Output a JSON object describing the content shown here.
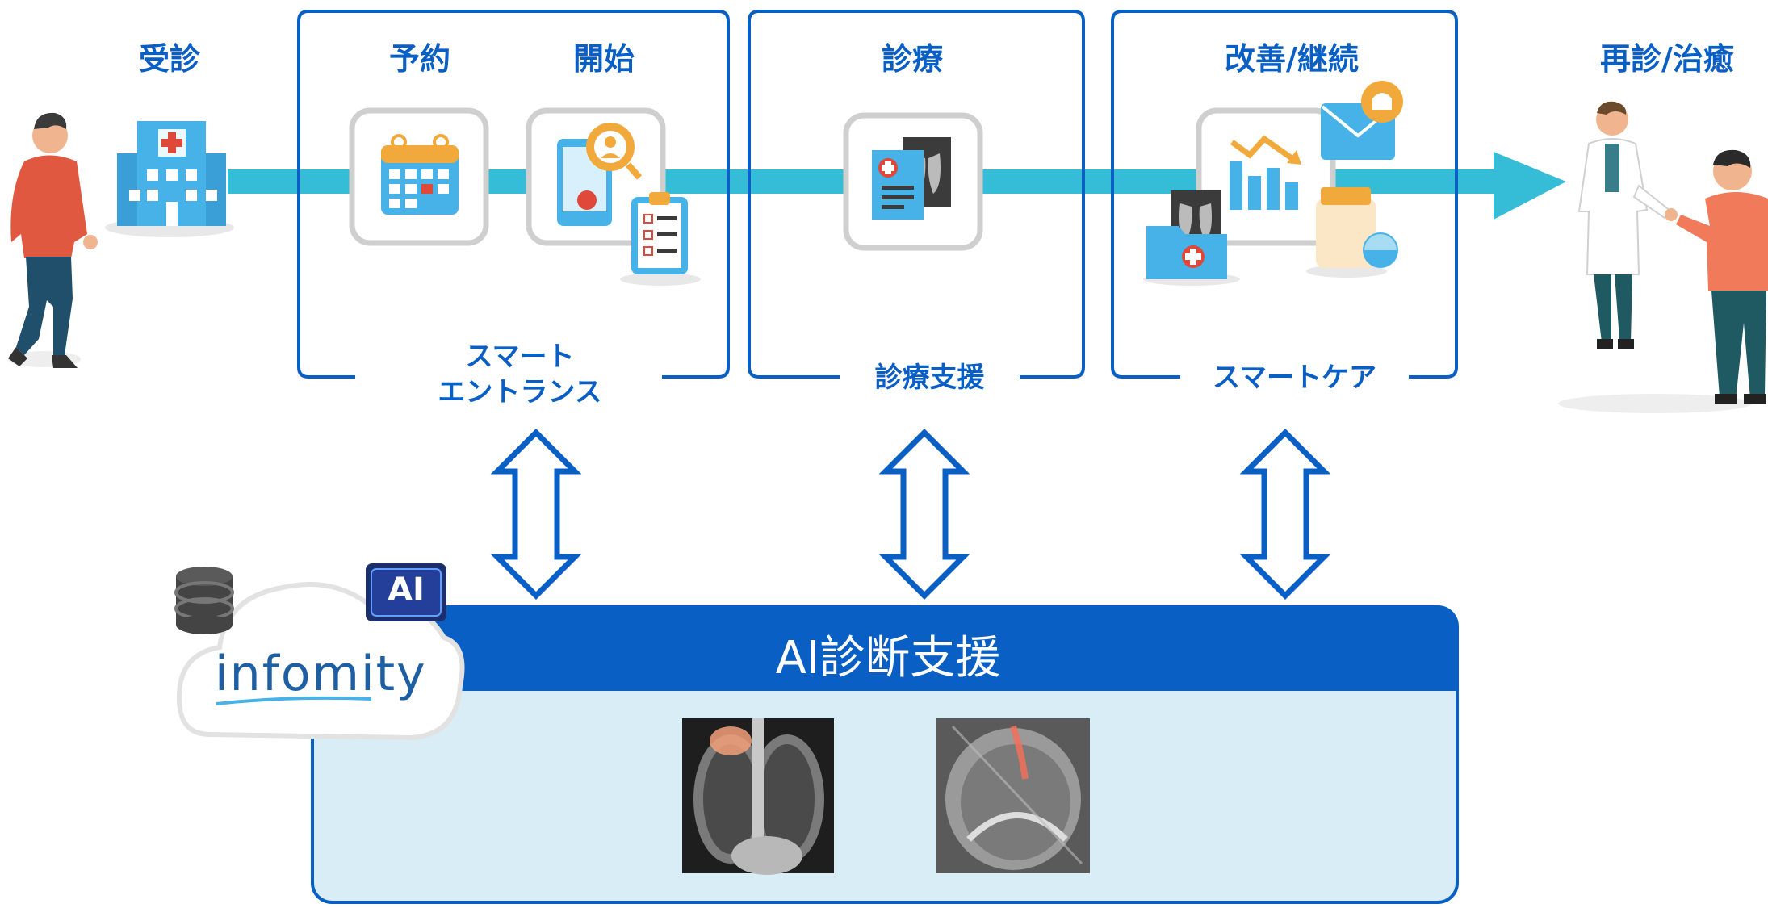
{
  "stages": {
    "visit": "受診",
    "reservation": "予約",
    "start": "開始",
    "treatment": "診療",
    "improvement": "改善/継続",
    "revisit": "再診/治癒"
  },
  "groups": {
    "smart_entrance_line1": "スマート",
    "smart_entrance_line2": "エントランス",
    "treatment_support": "診療支援",
    "smart_care": "スマートケア"
  },
  "ai_panel": {
    "title": "AI診断支援",
    "badge": "AI"
  },
  "logo": {
    "text": "infomity"
  },
  "colors": {
    "accent_blue": "#0a5fc4",
    "flow_cyan": "#35bcd6",
    "panel_fill": "#d8edf5",
    "icon_border": "#cfcfcf"
  },
  "icons": [
    "patient-walking-icon",
    "hospital-icon",
    "calendar-icon",
    "tablet-doctor-icon",
    "clipboard-icon",
    "medical-record-icon",
    "chart-icon",
    "mail-bell-icon",
    "folder-xray-icon",
    "medicine-icon",
    "doctor-patient-icon",
    "database-icon",
    "cloud-icon",
    "ai-chip-icon"
  ]
}
